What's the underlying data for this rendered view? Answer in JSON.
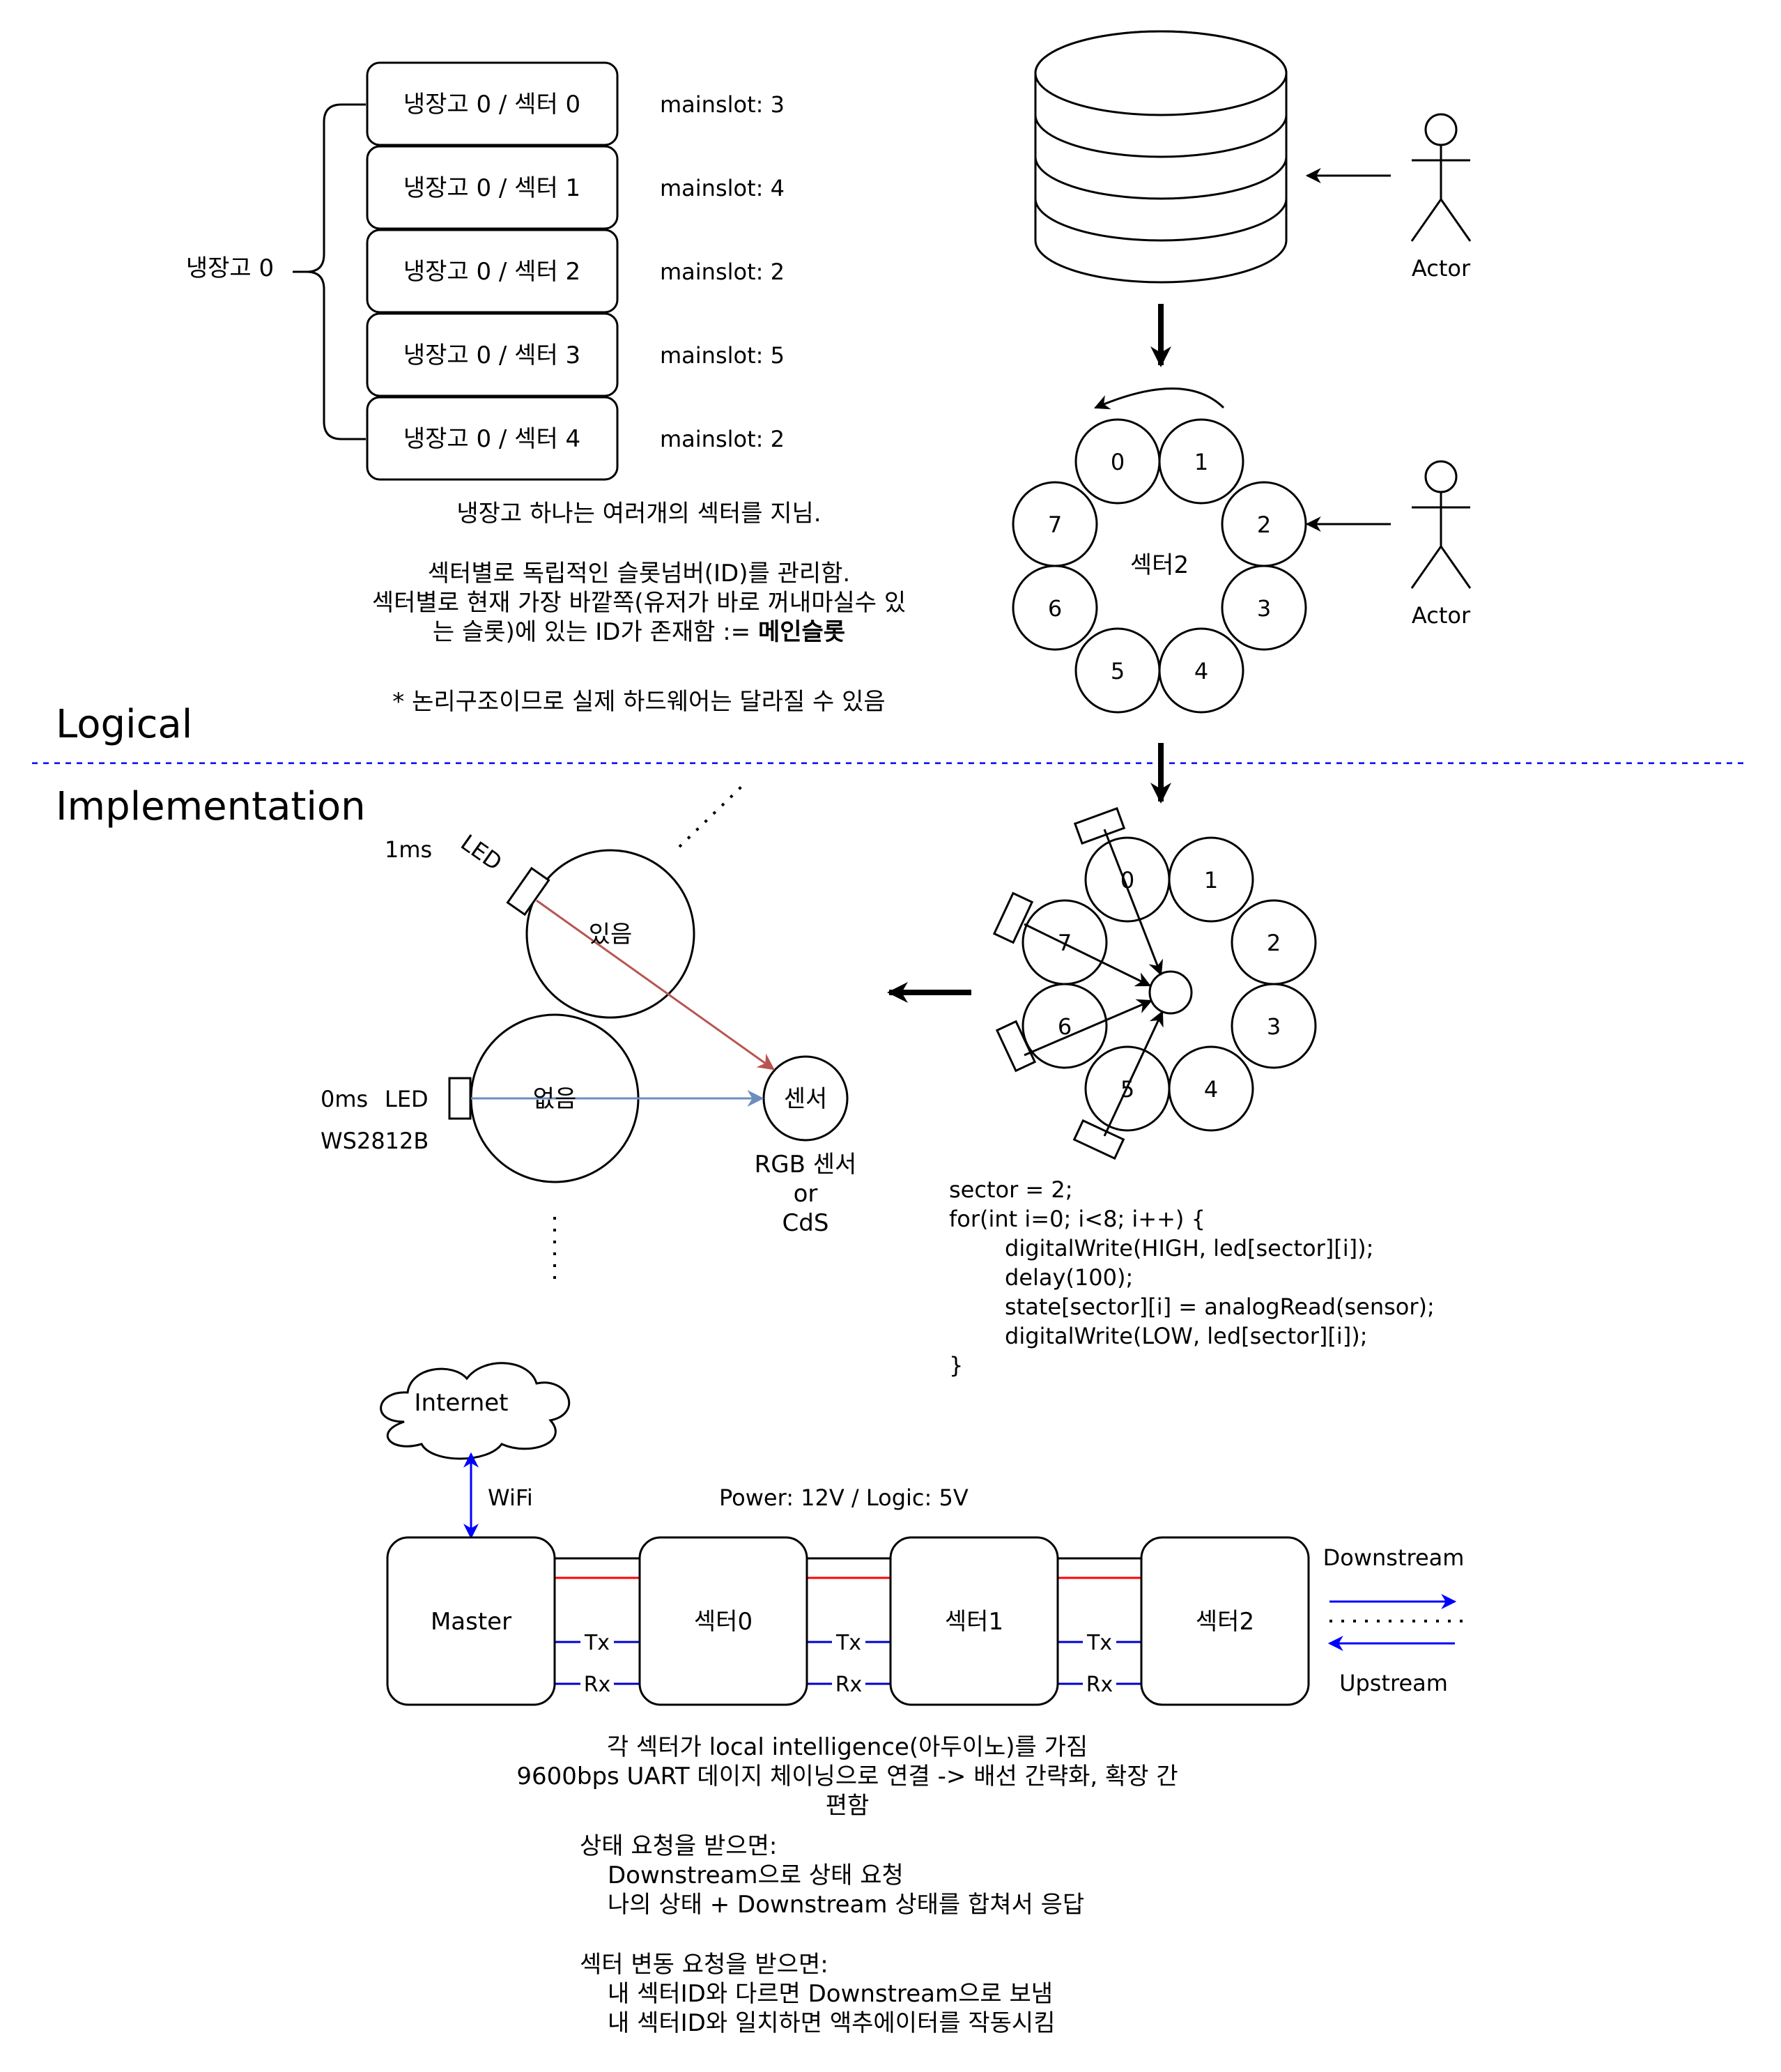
{
  "section_labels": {
    "logical": "Logical",
    "implementation": "Implementation"
  },
  "fridge_group_label": "냉장고 0",
  "sector_rows": [
    {
      "label": "냉장고 0 / 섹터 0",
      "slot": "mainslot: 3"
    },
    {
      "label": "냉장고 0 / 섹터 1",
      "slot": "mainslot: 4"
    },
    {
      "label": "냉장고 0 / 섹터 2",
      "slot": "mainslot: 2"
    },
    {
      "label": "냉장고 0 / 섹터 3",
      "slot": "mainslot: 5"
    },
    {
      "label": "냉장고 0 / 섹터 4",
      "slot": "mainslot: 2"
    }
  ],
  "logical_note": {
    "line1": "냉장고 하나는 여러개의 섹터를 지님.",
    "line2": "섹터별로 독립적인 슬롯넘버(ID)를 관리함.",
    "line3": "섹터별로 현재 가장 바깥쪽(유저가 바로 꺼내마실수 있",
    "line4_prefix": "는 슬롯)에 있는 ID가 존재함 := ",
    "line4_bold": "메인슬롯",
    "line5": "* 논리구조이므로 실제 하드웨어는 달라질 수 있음"
  },
  "actor_label": "Actor",
  "wheel_top": {
    "center_label": "섹터2",
    "slots": [
      "0",
      "1",
      "2",
      "3",
      "4",
      "5",
      "6",
      "7"
    ]
  },
  "wheel_bottom": {
    "slots": [
      "0",
      "1",
      "2",
      "3",
      "4",
      "5",
      "6",
      "7"
    ]
  },
  "sensing": {
    "time_1ms": "1ms",
    "led_label": "LED",
    "present": "있음",
    "time_0ms": "0ms",
    "led_label_2": "LED",
    "led_model": "WS2812B",
    "absent": "없음",
    "sensor": "센서",
    "sensor_type_1": "RGB 센서",
    "sensor_type_or": "or",
    "sensor_type_2": "CdS"
  },
  "code_lines": [
    "sector = 2;",
    "for(int i=0; i<8; i++) {",
    "digitalWrite(HIGH, led[sector][i]);",
    "delay(100);",
    "state[sector][i] = analogRead(sensor);",
    "digitalWrite(LOW, led[sector][i]);",
    "}"
  ],
  "network": {
    "cloud": "Internet",
    "wifi": "WiFi",
    "power": "Power: 12V / Logic: 5V",
    "master": "Master",
    "nodes": [
      "섹터0",
      "섹터1",
      "섹터2"
    ],
    "tx": "Tx",
    "rx": "Rx",
    "downstream": "Downstream",
    "upstream": "Upstream"
  },
  "bottom_notes": {
    "n1": "각 섹터가 local intelligence(아두이노)를 가짐",
    "n2": "9600bps UART 데이지 체이닝으로 연결 -> 배선 간략화, 확장 간",
    "n3": "편함",
    "s1_title": "상태 요청을 받으면:",
    "s1_a": "Downstream으로 상태 요청",
    "s1_b": "나의 상태 + Downstream 상태를 합쳐서 응답",
    "s2_title": "섹터 변동 요청을 받으면:",
    "s2_a": "내 섹터ID와 다르면 Downstream으로 보냄",
    "s2_b": "내 섹터ID와 일치하면 액추에이터를 작동시킴"
  }
}
